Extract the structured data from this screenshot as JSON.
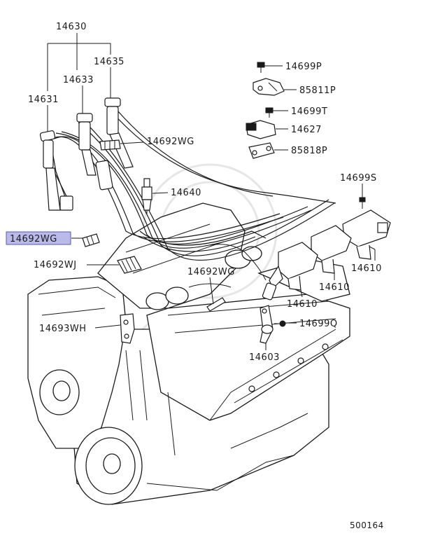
{
  "diagram_id": "500164",
  "highlight_color": "#b9b9ea",
  "labels": {
    "p14630": "14630",
    "p14635": "14635",
    "p14633": "14633",
    "p14631": "14631",
    "p14692WG_a": "14692WG",
    "p14640": "14640",
    "p14692WG_selected": "14692WG",
    "p14692WJ": "14692WJ",
    "p14692WG_b": "14692WG",
    "p14693WH": "14693WH",
    "p14699P": "14699P",
    "p85811P": "85811P",
    "p14699T": "14699T",
    "p14627": "14627",
    "p85818P": "85818P",
    "p14699S": "14699S",
    "p14610_a": "14610",
    "p14610_b": "14610",
    "p14610_c": "14610",
    "p14699Q": "14699Q",
    "p14603": "14603"
  }
}
